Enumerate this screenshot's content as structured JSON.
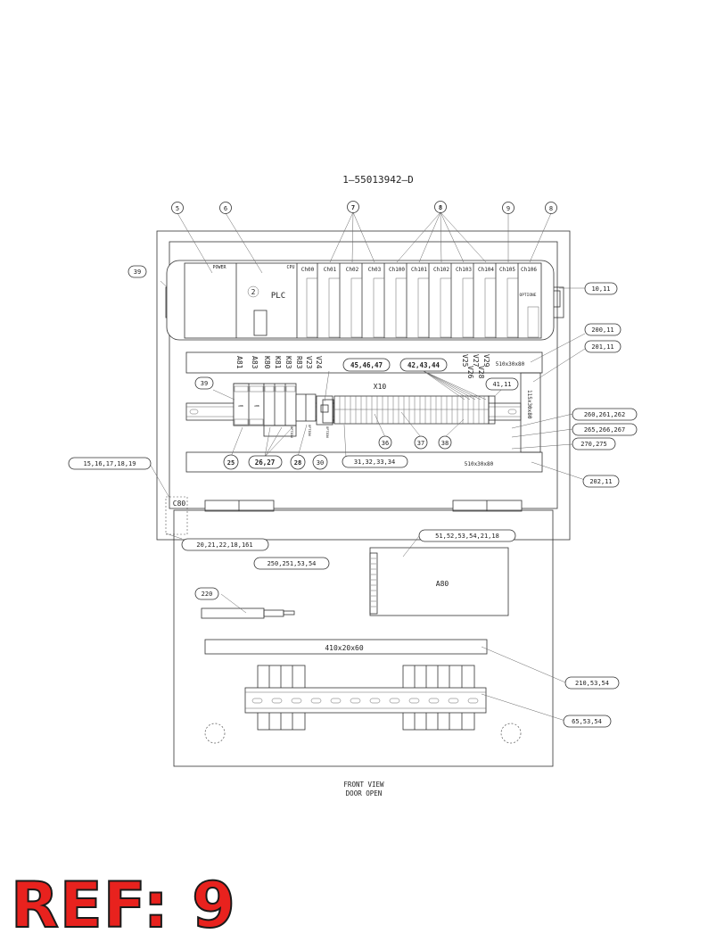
{
  "drawing_number": "1—55013942—D",
  "top_callouts": [
    "5",
    "6",
    "7",
    "8",
    "9",
    "8"
  ],
  "module_labels": {
    "power": "POWER",
    "cpu": "CPU",
    "plc": "PLC",
    "plc_index": "2",
    "optione": "OPTIONE"
  },
  "channels": [
    "Ch00",
    "Ch01",
    "Ch02",
    "Ch03",
    "Ch100",
    "Ch101",
    "Ch102",
    "Ch103",
    "Ch104",
    "Ch105",
    "Ch106"
  ],
  "duct_labels": {
    "upper": "510x30x80",
    "lower": "510x30x80",
    "vertical": "115x30x80",
    "terminal_block": "X10",
    "cable_duct": "410x20x60"
  },
  "device_tags_left": [
    "A81",
    "A83",
    "K80",
    "K81",
    "K83",
    "R83",
    "V23",
    "V24"
  ],
  "device_tags_right": [
    "V25",
    "V26",
    "V27",
    "V28",
    "V29"
  ],
  "option_labels": [
    "OPTION",
    "OPTION",
    "OPTION"
  ],
  "callouts": {
    "c39_top": "39",
    "c10_11": "10,11",
    "c200_11": "200,11",
    "c201_11": "201,11",
    "c45_46_47": "45,46,47",
    "c42_43_44": "42,43,44",
    "c41_11": "41,11",
    "c39_mid": "39",
    "c260": "260,261,262",
    "c265": "265,266,267",
    "c270": "270,275",
    "c36": "36",
    "c37": "37",
    "c38": "38",
    "c15": "15,16,17,18,19",
    "c25": "25",
    "c26_27": "26,27",
    "c28": "28",
    "c30": "30",
    "c31": "31,32,33,34",
    "c202_11": "202,11",
    "c80": "C80",
    "c20": "20,21,22,18,161",
    "c51": "51,52,53,54,21,18",
    "c250": "250,251,53,54",
    "c220": "220",
    "c210": "210,53,54",
    "c65": "65,53,54"
  },
  "door_component_label": "A80",
  "footer": {
    "line1": "FRONT VIEW",
    "line2": "DOOR OPEN"
  },
  "ref_label": "REF: 9"
}
